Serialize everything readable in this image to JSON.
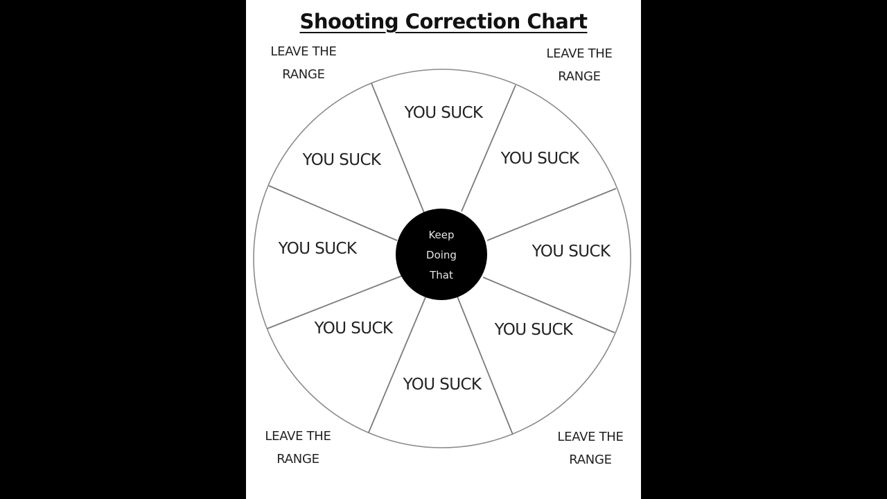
{
  "title": "Shooting Correction Chart",
  "corners": {
    "top_left": {
      "line1": "LEAVE THE",
      "line2": "RANGE"
    },
    "top_right": {
      "line1": "LEAVE THE",
      "line2": "RANGE"
    },
    "bottom_left": {
      "line1": "LEAVE THE",
      "line2": "RANGE"
    },
    "bottom_right": {
      "line1": "LEAVE THE",
      "line2": "RANGE"
    }
  },
  "segments": [
    {
      "position": "top",
      "label": "YOU SUCK"
    },
    {
      "position": "top-right",
      "label": "YOU SUCK"
    },
    {
      "position": "right",
      "label": "YOU SUCK"
    },
    {
      "position": "bottom-right",
      "label": "YOU SUCK"
    },
    {
      "position": "bottom",
      "label": "YOU SUCK"
    },
    {
      "position": "bottom-left",
      "label": "YOU SUCK"
    },
    {
      "position": "left",
      "label": "YOU SUCK"
    },
    {
      "position": "top-left",
      "label": "YOU SUCK"
    }
  ],
  "center": {
    "line1": "Keep",
    "line2": "Doing",
    "line3": "That"
  },
  "colors": {
    "background": "#000000",
    "page": "#ffffff",
    "lines": "#8a8a8a",
    "center_fill": "#000000",
    "center_text": "#e6e6e6",
    "text": "#222222"
  }
}
